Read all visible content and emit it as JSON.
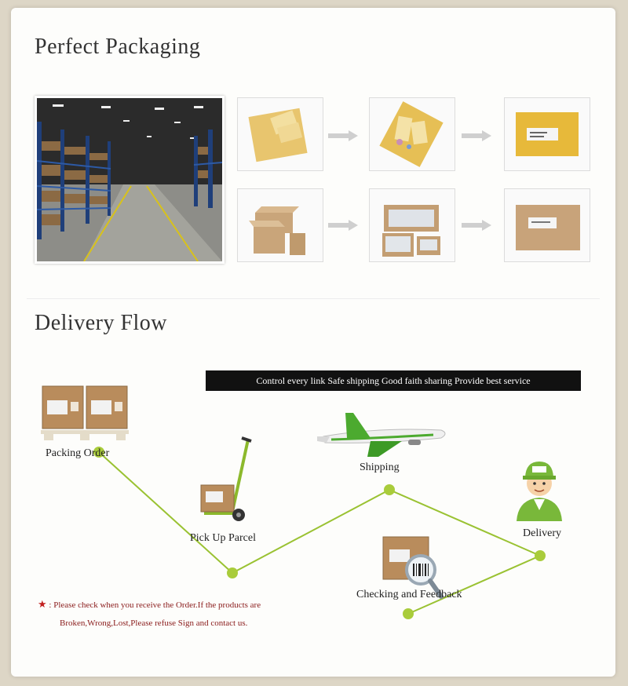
{
  "sections": {
    "packaging_title": "Perfect Packaging",
    "delivery_title": "Delivery Flow"
  },
  "slogan": "Control every link Safe shipping Good faith sharing Provide best service",
  "steps": {
    "packing_order": "Packing Order",
    "pick_up_parcel": "Pick Up Parcel",
    "shipping": "Shipping",
    "checking_feedback": "Checking and Feedback",
    "delivery": "Delivery"
  },
  "notice": {
    "star": "★",
    "line1": "Please check when you receive the Order.If the products are",
    "line2": "Broken,Wrong,Lost,Please refuse Sign and contact us."
  },
  "colors": {
    "flow_line": "#9ac232",
    "flow_dot": "#a9cc3b",
    "cardboard": "#c9a57a",
    "envelope": "#e6bf55",
    "notice_text": "#8a1b1b"
  }
}
